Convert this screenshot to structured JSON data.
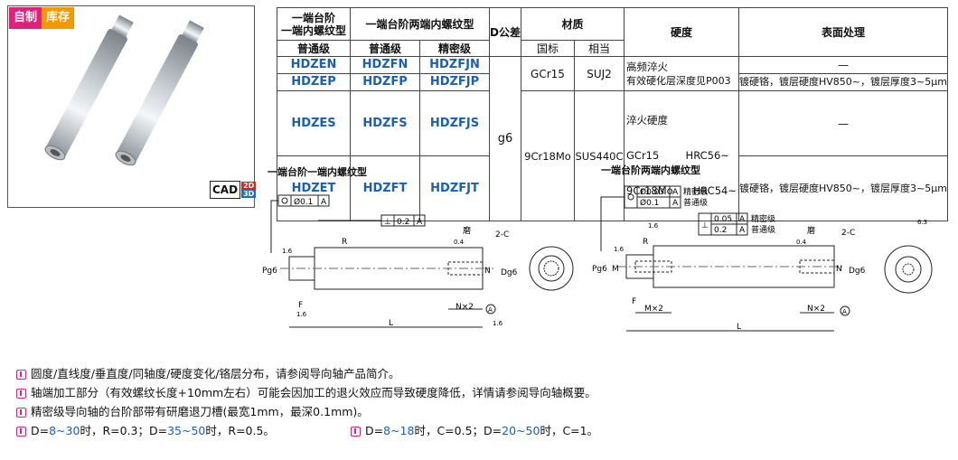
{
  "badge": {
    "made": "自制",
    "stock": "库存"
  },
  "cad": {
    "label": "CAD",
    "d2": "2D",
    "d3": "3D"
  },
  "table": {
    "h_type1": "一端台阶\n一端内螺纹型",
    "h_type2": "一端台阶两端内螺纹型",
    "h_dtol": "D公差",
    "h_material": "材质",
    "h_hardness": "硬度",
    "h_surface": "表面处理",
    "h_normal1": "普通级",
    "h_normal2": "普通级",
    "h_precision": "精密级",
    "h_gb": "国标",
    "h_eq": "相当",
    "rows": [
      {
        "t1": "HDZEN",
        "t2n": "HDZFN",
        "t2p": "HDZFJN"
      },
      {
        "t1": "HDZEP",
        "t2n": "HDZFP",
        "t2p": "HDZFJP"
      },
      {
        "t1": "HDZES",
        "t2n": "HDZFS",
        "t2p": "HDZFJS"
      },
      {
        "t1": "HDZET",
        "t2n": "HDZFT",
        "t2p": "HDZFJT"
      }
    ],
    "dtol": "g6",
    "mat1_gb": "GCr15",
    "mat1_eq": "SUJ2",
    "mat2_gb": "9Cr18Mo",
    "mat2_eq": "SUS440C",
    "hard1_a": "高频淬火",
    "hard1_b": "有效硬化层深度见P003",
    "hard2_a": "淬火硬度",
    "hard2_b": "GCr15        HRC56~",
    "hard2_c": "9Cr18Mo      HRC54~",
    "surf_dash1": "—",
    "surf_plate1": "镀硬铬，镀层硬度HV850~，镀层厚度3~5μm",
    "surf_dash2": "—",
    "surf_plate2": "镀硬铬，镀层硬度HV850~，镀层厚度3~5μm"
  },
  "drawing1": {
    "title": "一端台阶一端内螺纹型",
    "tol_round": "Ø0.1",
    "tol_round_ref": "A",
    "tol_perp": "0.2",
    "tol_perp_ref": "A",
    "r": "R",
    "grind": "磨",
    "chamfer": "2-C",
    "rough04": "0.4",
    "rough16a": "1.6",
    "rough16b": "1.6",
    "rough16c": "1.6",
    "p_label": "Pg6",
    "d_label": "Dg6",
    "n_label": "N",
    "nx2": "N×2",
    "f": "F",
    "l": "L",
    "datum": "A"
  },
  "drawing2": {
    "title": "一端台阶两端内螺纹型",
    "tol1": "Ø0.03",
    "tol1_ref": "A",
    "tol1_grade": "精密级",
    "tol2": "Ø0.1",
    "tol2_ref": "A",
    "tol2_grade": "普通级",
    "perp1": "0.05",
    "perp1_ref": "A",
    "perp1_grade": "精密级",
    "perp2": "0.2",
    "perp2_ref": "A",
    "perp2_grade": "普通级",
    "r": "R",
    "grind": "磨",
    "chamfer": "2-C",
    "rough04": "0.4",
    "rough16a": "1.6",
    "rough16b": "1.6",
    "rough63": "6.3",
    "p_label": "Pg6",
    "m_label": "M",
    "d_label": "Dg6",
    "n_label": "N",
    "mx2": "M×2",
    "nx2": "N×2",
    "f": "F",
    "l": "L",
    "datum": "A"
  },
  "notes": {
    "n1": "圆度/直线度/垂直度/同轴度/硬度变化/铬层分布，请参阅导向轴产品简介。",
    "n2": "轴端加工部分（有效螺纹长度+10mm左右）可能会因加工的退火效应而导致硬度降低，详情请参阅导向轴概要。",
    "n3": "精密级导向轴的台阶部带有研磨退刀槽(最宽1mm，最深0.1mm)。",
    "n4_a": "D=",
    "n4_b": "8~30",
    "n4_c": "时，R=0.3；D=",
    "n4_d": "35~50",
    "n4_e": "时，R=0.5。",
    "n5_a": "D=",
    "n5_b": "8~18",
    "n5_c": "时，C=0.5；D=",
    "n5_d": "20~50",
    "n5_e": "时，C=1。"
  },
  "colors": {
    "magenta": "#e0217a",
    "orange": "#f39800",
    "blue": "#1a5fb4",
    "cadred": "#d7261c",
    "cadblue": "#1f6fc0"
  }
}
